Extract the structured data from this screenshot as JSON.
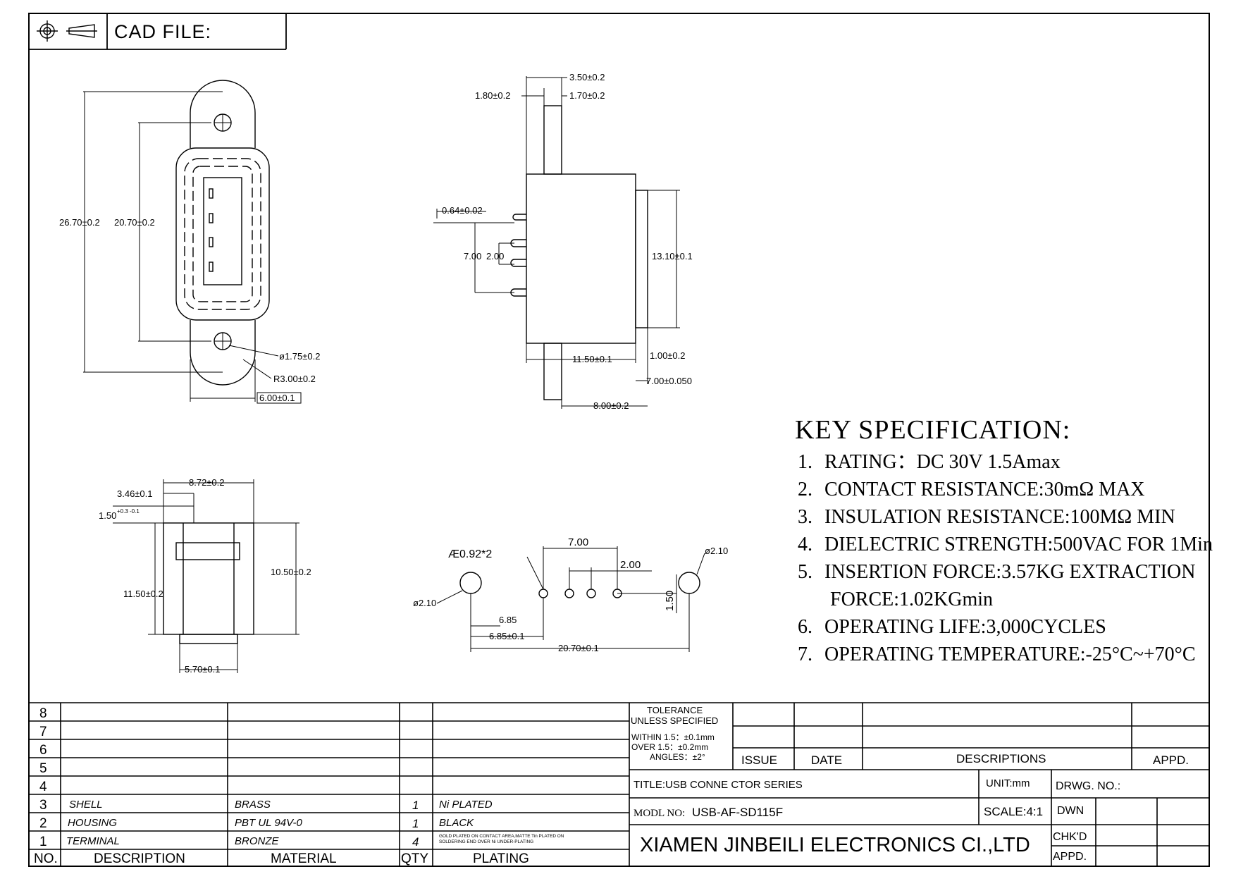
{
  "header": {
    "cad_label": "CAD FILE:"
  },
  "spec": {
    "title": "KEY SPECIFICATION:",
    "items": [
      {
        "n": "1.",
        "text": "RATING：DC 30V  1.5Amax"
      },
      {
        "n": "2.",
        "text": "CONTACT RESISTANCE:30mΩ MAX"
      },
      {
        "n": "3.",
        "text": "INSULATION RESISTANCE:100MΩ MIN"
      },
      {
        "n": "4.",
        "text": "DIELECTRIC STRENGTH:500VAC FOR 1Min"
      },
      {
        "n": "5.",
        "text": "INSERTION FORCE:3.57KG EXTRACTION",
        "cont": "FORCE:1.02KGmin"
      },
      {
        "n": "6.",
        "text": "OPERATING LIFE:3,000CYCLES"
      },
      {
        "n": "7.",
        "text": "OPERATING TEMPERATURE:-25°C~+70°C"
      }
    ]
  },
  "dims": {
    "front": {
      "h_overall": "26.70±0.2",
      "h_holes": "20.70±0.2",
      "hole_d": "ø1.75±0.2",
      "radius": "R3.00±0.2",
      "width": "6.00±0.1"
    },
    "side": {
      "top1": "3.50±0.2",
      "left1": "1.80±0.2",
      "top2": "1.70±0.2",
      "pin_d": "0.64±0.02",
      "pitch_a": "7.00",
      "pitch_b": "2.00",
      "height": "13.10±0.1",
      "len": "11.50±0.1",
      "r1": "1.00±0.2",
      "r2": "7.00±0.050",
      "bottom": "8.00±0.2"
    },
    "end": {
      "w_top": "8.72±0.2",
      "off1": "3.46±0.1",
      "off2": "1.50",
      "off2_tol": "+0.3 -0.1",
      "h_left": "11.50±0.2",
      "h_right": "10.50±0.2",
      "w_bottom": "5.70±0.1"
    },
    "pcb": {
      "hole_small": "Æ0.92*2",
      "hole_left": "ø2.10",
      "hole_right": "ø2.10",
      "p700": "7.00",
      "p200": "2.00",
      "v150": "1.50",
      "d685a": "6.85",
      "d685b": "6.85±0.1",
      "d2070": "20.70±0.1"
    }
  },
  "bom": {
    "rows_empty": [
      "8",
      "7",
      "6",
      "5",
      "4"
    ],
    "rows": [
      {
        "no": "3",
        "desc": "SHELL",
        "mat": "BRASS",
        "qty": "1",
        "plating": "Ni PLATED"
      },
      {
        "no": "2",
        "desc": "HOUSING",
        "mat": "PBT UL 94V-0",
        "qty": "1",
        "plating": "BLACK"
      },
      {
        "no": "1",
        "desc": "TERMINAL",
        "mat": "BRONZE",
        "qty": "4",
        "plating": "GOLD PLATED ON CONTACT AREA,MATTE Tin PLATED ON",
        "plating2": "SOLDERING END OVER Ni UNDER-PLATING"
      }
    ],
    "header": {
      "no": "NO.",
      "desc": "DESCRIPTION",
      "mat": "MATERIAL",
      "qty": "QTY",
      "plating": "PLATING"
    }
  },
  "title_block": {
    "tol1": "TOLERANCE",
    "tol2": "UNLESS SPECIFIED",
    "tol3": "WITHIN 1.5：±0.1mm",
    "tol4": "OVER 1.5：±0.2mm",
    "tol5": "ANGLES：±2°",
    "issue": "ISSUE",
    "date": "DATE",
    "descriptions": "DESCRIPTIONS",
    "appd": "APPD.",
    "title": "TITLE:USB CONNE CTOR SERIES",
    "unit": "UNIT:mm",
    "drwg": "DRWG. NO.:",
    "model_label": "MODL NO:",
    "model": "USB-AF-SD115F",
    "scale": "SCALE:4:1",
    "dwn": "DWN",
    "company": "XIAMEN JINBEILI ELECTRONICS CI.,LTD",
    "chkd": "CHK'D",
    "appd2": "APPD."
  }
}
